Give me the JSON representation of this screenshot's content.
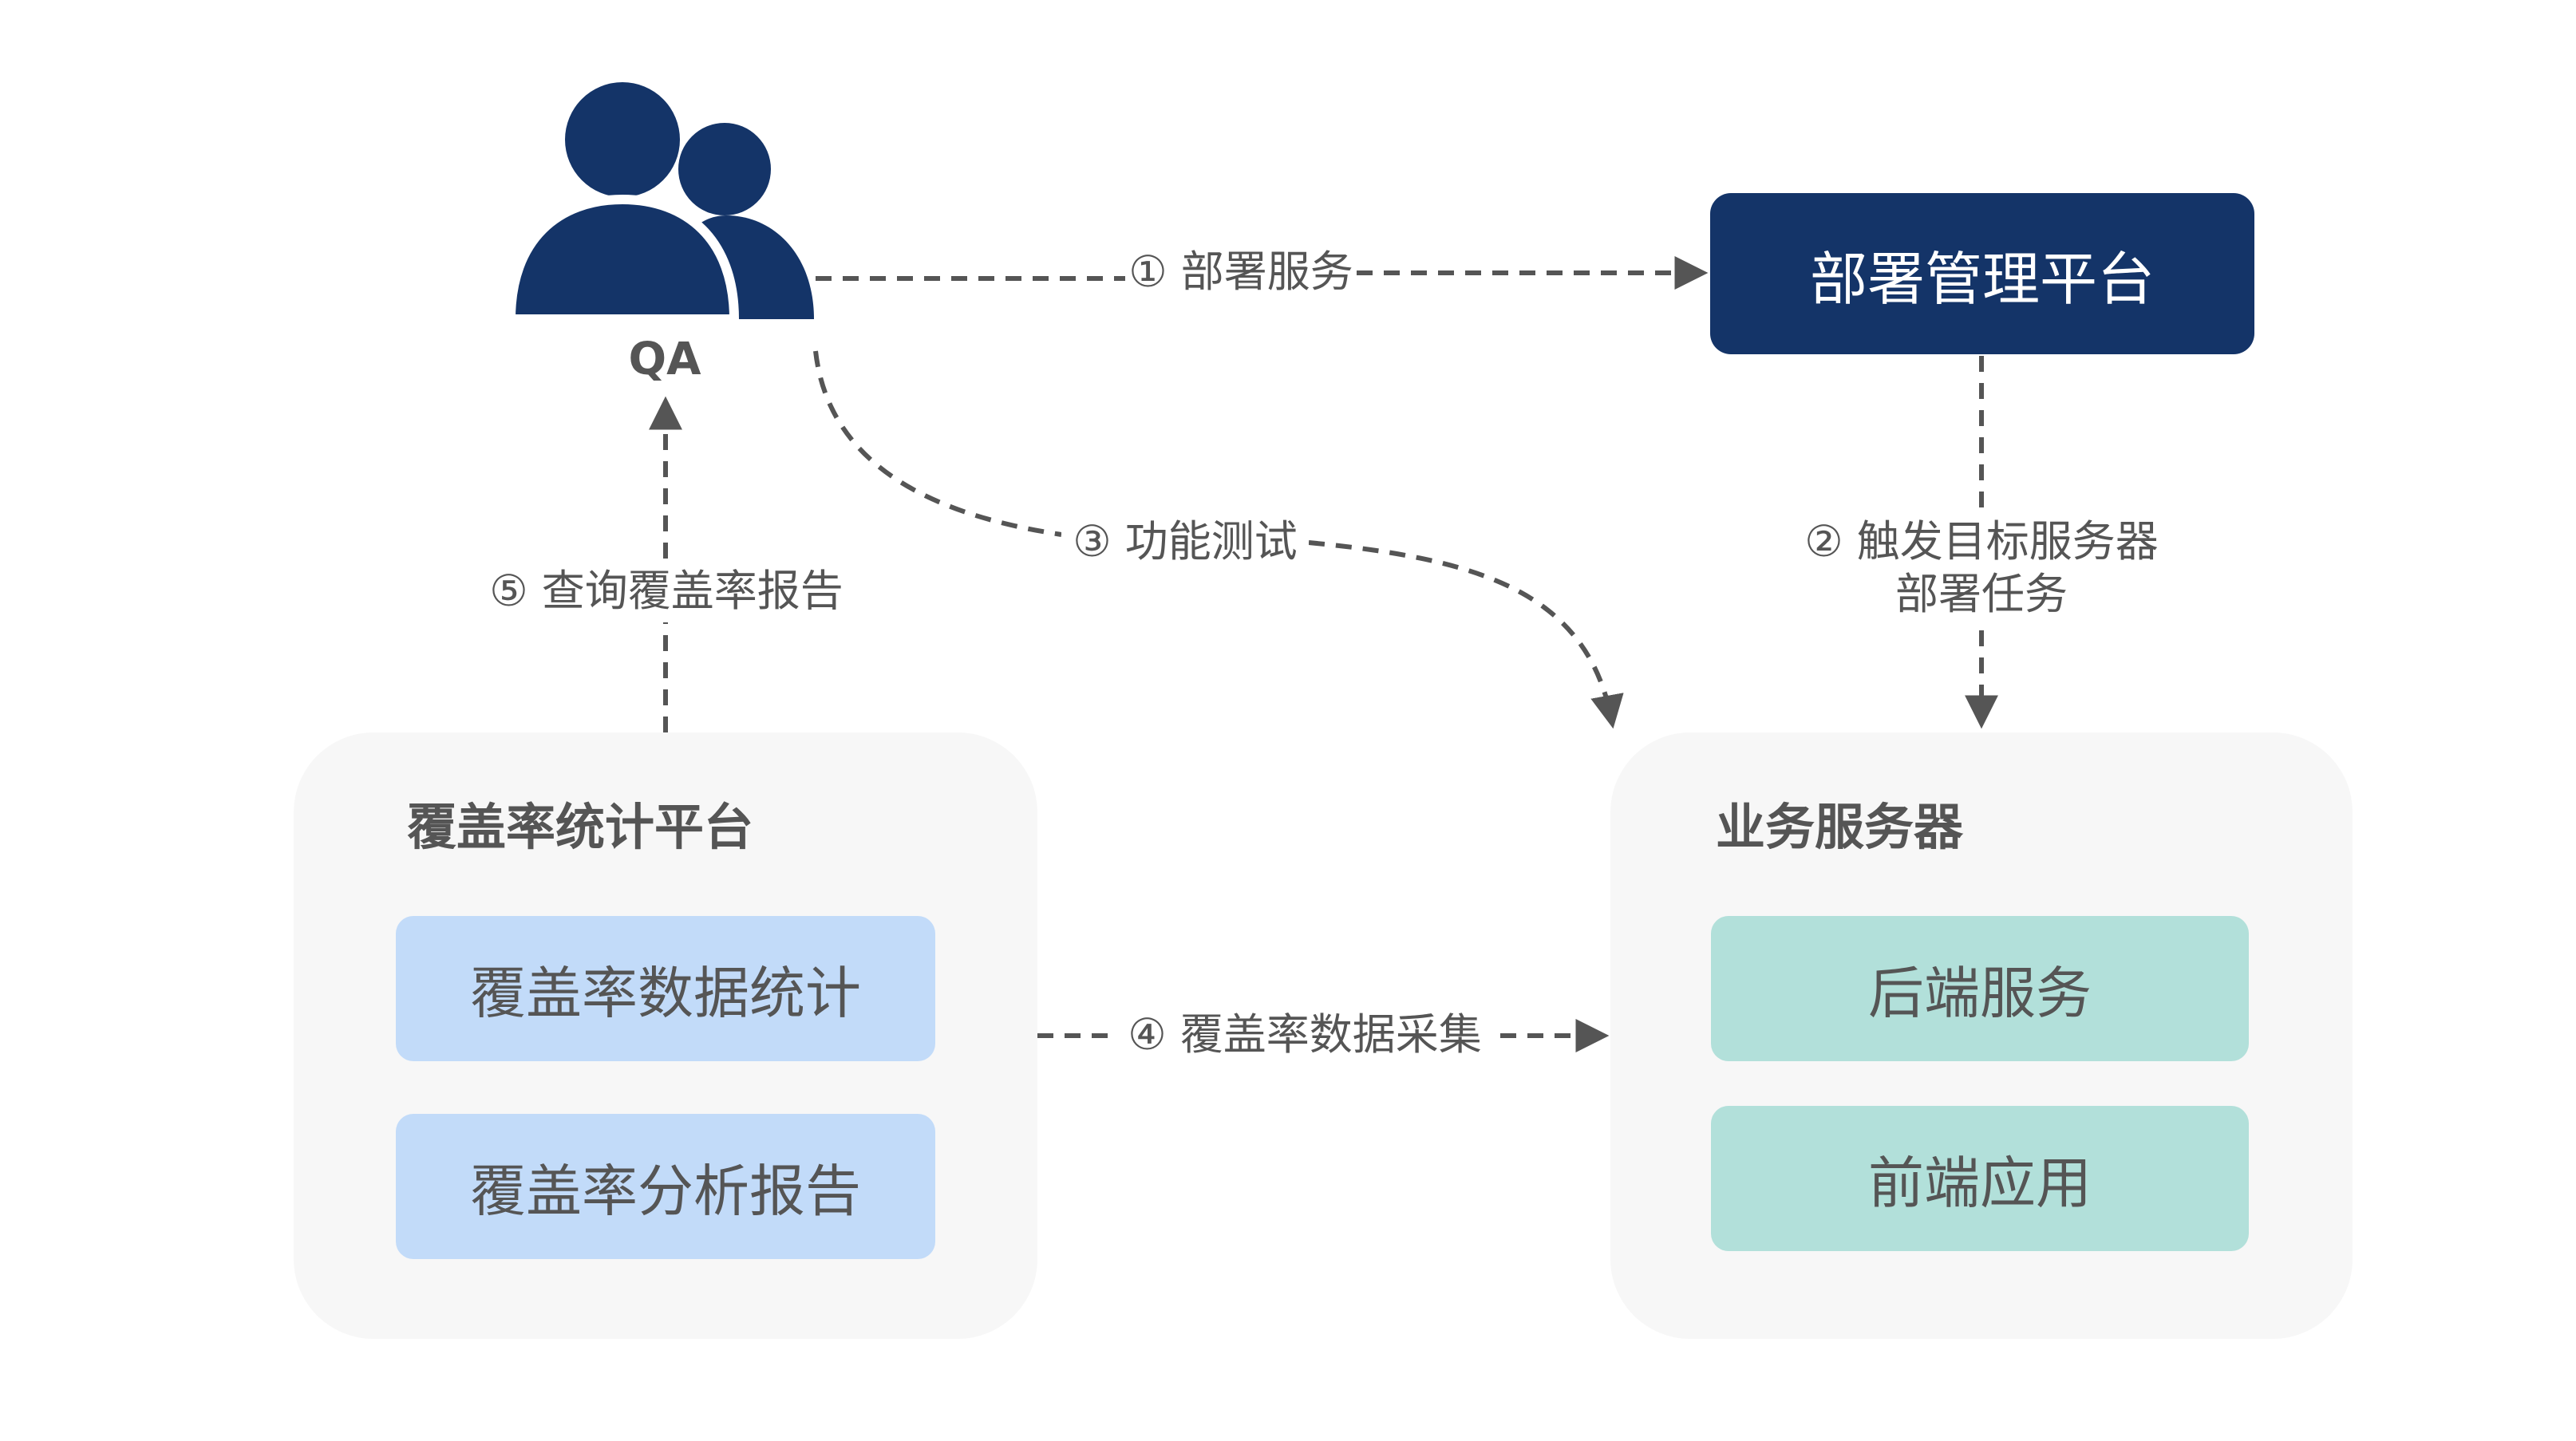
{
  "qa": {
    "label": "QA",
    "icon": "users-icon"
  },
  "deploy_platform": {
    "label": "部署管理平台"
  },
  "coverage_platform": {
    "title": "覆盖率统计平台",
    "items": [
      "覆盖率数据统计",
      "覆盖率分析报告"
    ]
  },
  "business_server": {
    "title": "业务服务器",
    "items": [
      "后端服务",
      "前端应用"
    ]
  },
  "edges": {
    "e1": "① 部署服务",
    "e2_line1": "② 触发目标服务器",
    "e2_line2": "部署任务",
    "e3": "③ 功能测试",
    "e4": "④ 覆盖率数据采集",
    "e5": "⑤ 查询覆盖率报告"
  },
  "colors": {
    "dark_navy": "#143468",
    "panel_bg": "#f7f7f7",
    "card_blue": "#c2dbf9",
    "card_teal": "#b2e0da",
    "text_gray": "#555555",
    "arrow_gray": "#555555"
  }
}
